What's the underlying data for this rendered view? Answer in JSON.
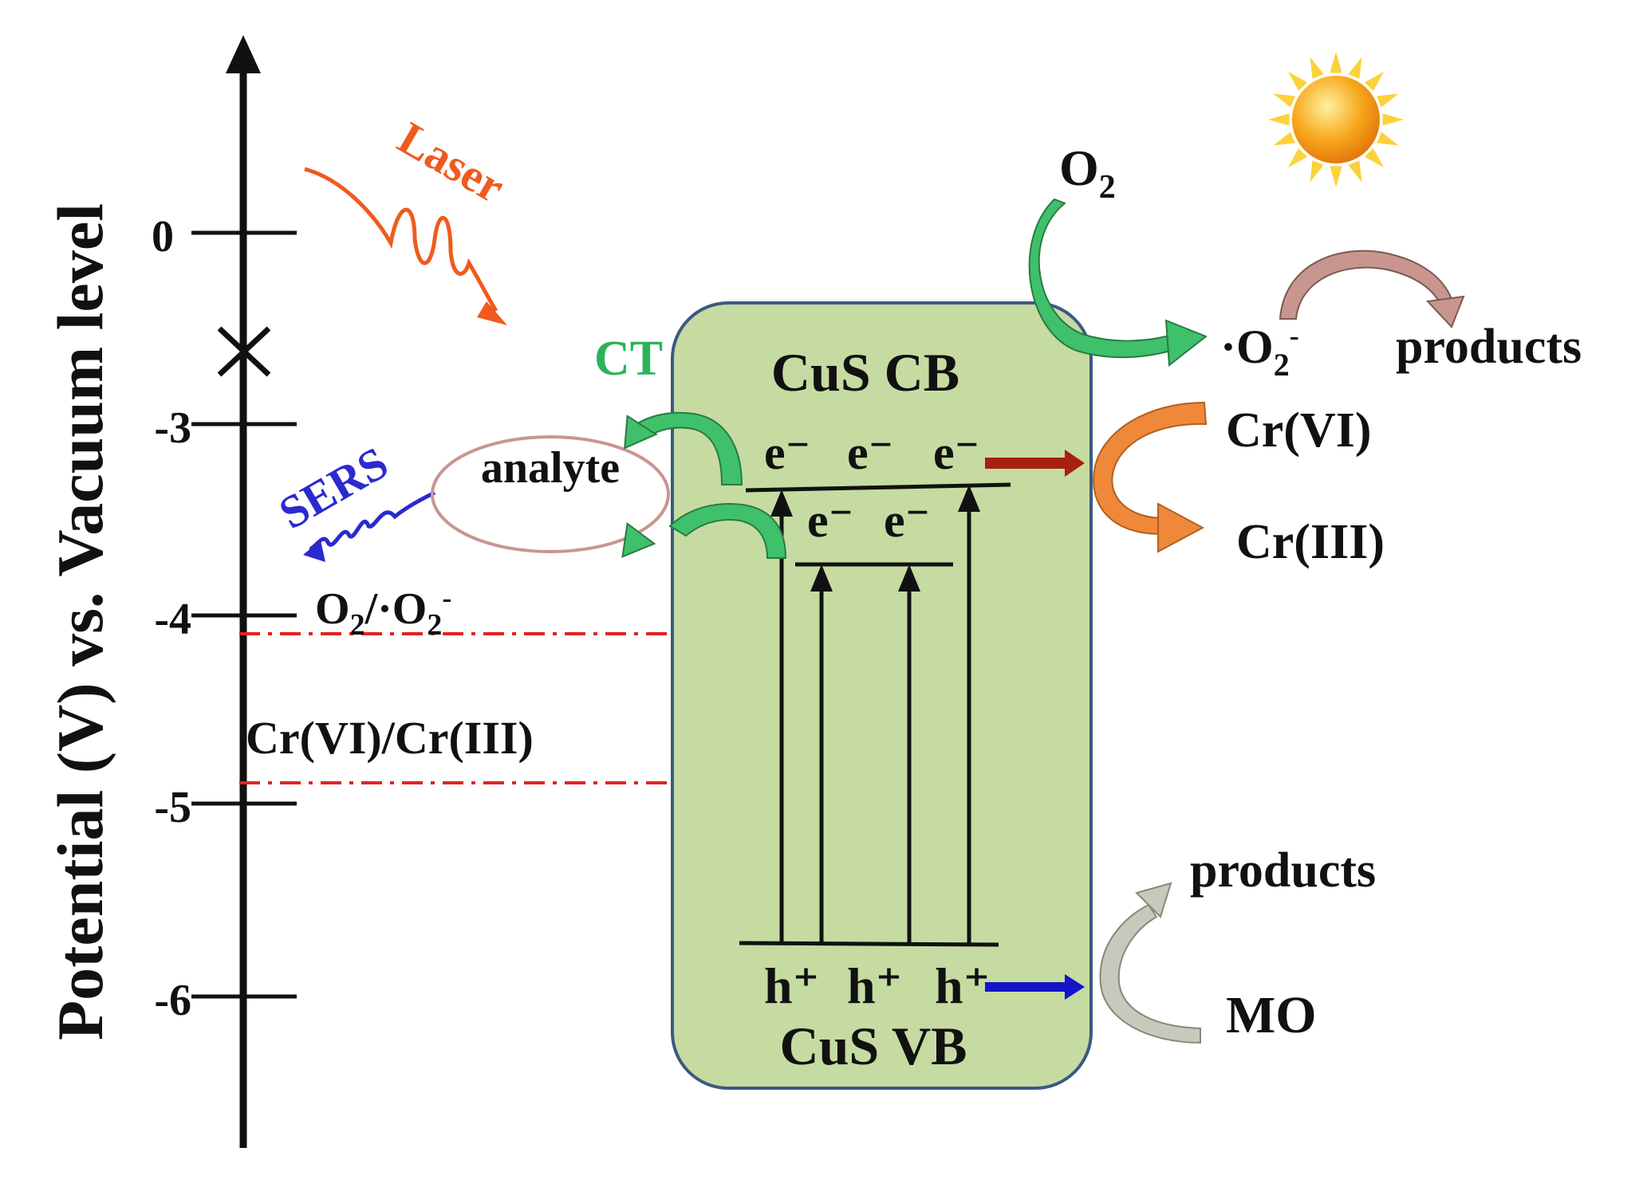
{
  "axis": {
    "label": "Potential (V) vs. Vacuum level",
    "ticks": [
      "0",
      "-3",
      "-4",
      "-5",
      "-6"
    ]
  },
  "labels": {
    "laser": "Laser",
    "sers": "SERS",
    "ct": "CT",
    "analyte": "analyte",
    "couple_o2": "O",
    "couple_o2_sub": "2",
    "couple_slash": "/·O",
    "couple_sup": "-",
    "couple_cr": "Cr(VI)/Cr(III)",
    "cus_cb": "CuS CB",
    "cus_vb": "CuS VB",
    "electron": "e⁻",
    "hole": "h⁺",
    "o2": "O",
    "o2_sub": "2",
    "superoxide": "·O",
    "superoxide_sub": "2",
    "superoxide_sup": "-",
    "products_top": "products",
    "cr6": "Cr(VI)",
    "cr3": "Cr(III)",
    "products_bottom": "products",
    "mo": "MO"
  },
  "colors": {
    "laser": "#f05a1e",
    "sers": "#2a2acf",
    "ct": "#2cb35a",
    "box_fill": "#c6dba2",
    "box_stroke": "#3a5a82",
    "dash": "#e02424",
    "green_arrow": "#3fc06a",
    "orange_arrow": "#f0883a",
    "pink_arrow": "#c9958f",
    "gray_arrow": "#c8c8bc",
    "red_arrow": "#a8200f",
    "blue_arrow": "#1515c8",
    "sun_core": "#f7a81c",
    "sun_rays": "#fbd23a"
  },
  "icons": {
    "sun": "sun-icon",
    "cross": "cross-mark-icon"
  }
}
